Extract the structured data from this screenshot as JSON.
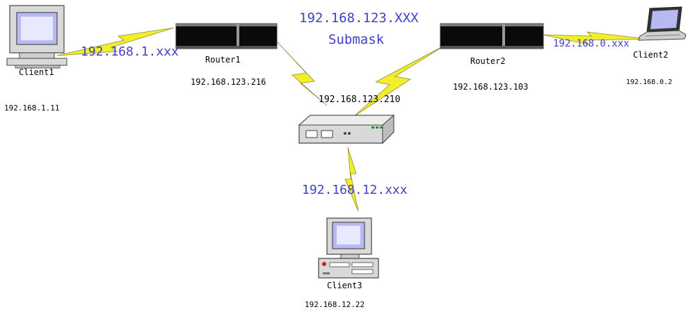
{
  "network_label": "192.168.123.XXX",
  "submask_label": "Submask",
  "devices": {
    "client1": {
      "name": "Client1",
      "ip": "192.168.1.11"
    },
    "client2": {
      "name": "Client2",
      "ip": "192.168.0.2"
    },
    "client3": {
      "name": "Client3",
      "ip": "192.168.12.22"
    },
    "router1": {
      "name": "Router1",
      "ip": "192.168.123.216"
    },
    "router2": {
      "name": "Router2",
      "ip": "192.168.123.103"
    },
    "hub": {
      "ip": "192.168.123.210"
    }
  },
  "subnets": {
    "client1_link": "192.168.1.xxx",
    "client2_link": "192.168.0.xxx",
    "client3_link": "192.168.12.xxx"
  },
  "colors": {
    "subnet_text": "#4040c8",
    "link_bolt": "#f2ee2a",
    "screen": "#b7b9f2",
    "device_body": "#d9d9d9"
  }
}
